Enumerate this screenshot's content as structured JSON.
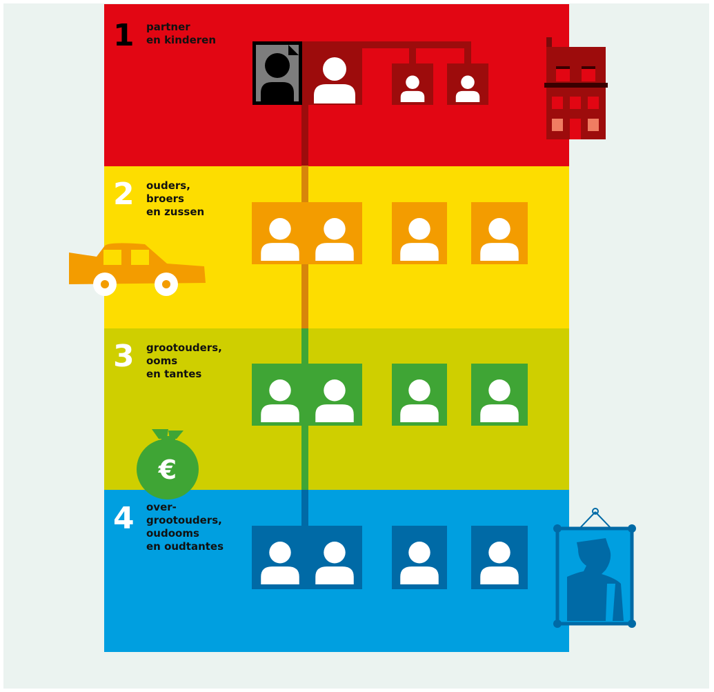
{
  "generations": [
    {
      "number": "1",
      "label": "partner\nen kinderen",
      "color": "#e20613",
      "box_color": "#9d0c0c"
    },
    {
      "number": "2",
      "label": "ouders,\nbroers\nen zussen",
      "color": "#fddd00",
      "box_color": "#f39c00"
    },
    {
      "number": "3",
      "label": "grootouders,\nooms\nen tantes",
      "color": "#cfcf00",
      "box_color": "#3fa535"
    },
    {
      "number": "4",
      "label": "over-\ngrootouders,\noudooms\nen oudtantes",
      "color": "#009fe0",
      "box_color": "#006aa6"
    }
  ],
  "icons": {
    "band1": "house-icon",
    "band2": "car-icon",
    "band3": "money-bag-icon",
    "band4": "framed-portrait-icon"
  },
  "money_symbol": "€",
  "self_color": "#7d7d7d"
}
